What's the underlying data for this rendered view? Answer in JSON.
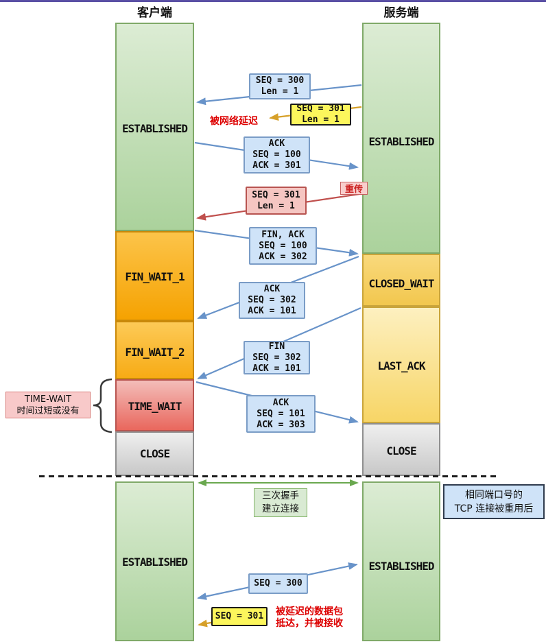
{
  "headers": {
    "client": "客户端",
    "server": "服务端"
  },
  "client_lane": {
    "states": [
      {
        "label": "ESTABLISHED"
      },
      {
        "label": "FIN_WAIT_1"
      },
      {
        "label": "FIN_WAIT_2"
      },
      {
        "label": "TIME_WAIT"
      },
      {
        "label": "CLOSE"
      }
    ],
    "reused_state": "ESTABLISHED"
  },
  "server_lane": {
    "states": [
      {
        "label": "ESTABLISHED"
      },
      {
        "label": "CLOSED_WAIT"
      },
      {
        "label": "LAST_ACK"
      },
      {
        "label": "CLOSE"
      }
    ],
    "reused_state": "ESTABLISHED"
  },
  "messages": [
    {
      "id": "seq300-top",
      "style": "blue",
      "lines": [
        "SEQ = 300",
        "Len = 1"
      ]
    },
    {
      "id": "seq301-delayed",
      "style": "yellow",
      "lines": [
        "SEQ = 301",
        "Len = 1"
      ]
    },
    {
      "id": "ack-301",
      "style": "blue",
      "lines": [
        "ACK",
        "SEQ = 100",
        "ACK = 301"
      ]
    },
    {
      "id": "seq301-retransmit",
      "style": "red",
      "lines": [
        "SEQ = 301",
        "Len = 1"
      ]
    },
    {
      "id": "fin-ack",
      "style": "blue",
      "lines": [
        "FIN, ACK",
        "SEQ = 100",
        "ACK = 302"
      ]
    },
    {
      "id": "ack-101",
      "style": "blue",
      "lines": [
        "ACK",
        "SEQ = 302",
        "ACK = 101"
      ]
    },
    {
      "id": "fin",
      "style": "blue",
      "lines": [
        "FIN",
        "SEQ = 302",
        "ACK = 101"
      ]
    },
    {
      "id": "ack-303",
      "style": "blue",
      "lines": [
        "ACK",
        "SEQ = 101",
        "ACK = 303"
      ]
    },
    {
      "id": "seq300-reused",
      "style": "blue",
      "lines": [
        "SEQ = 300"
      ]
    },
    {
      "id": "seq301-arrives",
      "style": "yellow",
      "lines": [
        "SEQ = 301"
      ]
    }
  ],
  "annotations": {
    "network_delay": "被网络延迟",
    "retransmit": "重传",
    "timewait_note_line1": "TIME-WAIT",
    "timewait_note_line2": "时间过短或没有",
    "handshake_line1": "三次握手",
    "handshake_line2": "建立连接",
    "reuse_line1": "相同端口号的",
    "reuse_line2": "TCP 连接被重用后",
    "delayed_line1": "被延迟的数据包",
    "delayed_line2": "抵达，并被接收"
  },
  "colors": {
    "top_rule": "#5a50a5",
    "arrow_blue": "#6893c9",
    "arrow_orange": "#d6a029",
    "arrow_red": "#c0504d",
    "arrow_green": "#6aa84f",
    "state_established": "#abd29c",
    "state_fin_wait": "#f5a201",
    "state_time_wait": "#e9675d",
    "state_close": "#c8c8c8",
    "state_closed_wait": "#f2c74e",
    "state_last_ack": "#f7d566"
  }
}
